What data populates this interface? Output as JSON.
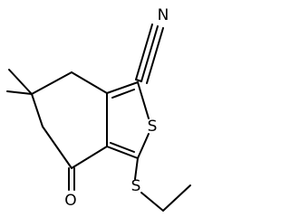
{
  "molecule": {
    "atom_labels": {
      "nitrile_nitrogen": "N",
      "ring_sulfur": "S",
      "thioether_sulfur": "S",
      "ketone_oxygen": "O"
    },
    "bond_color": "#000000",
    "background_color": "#ffffff"
  }
}
